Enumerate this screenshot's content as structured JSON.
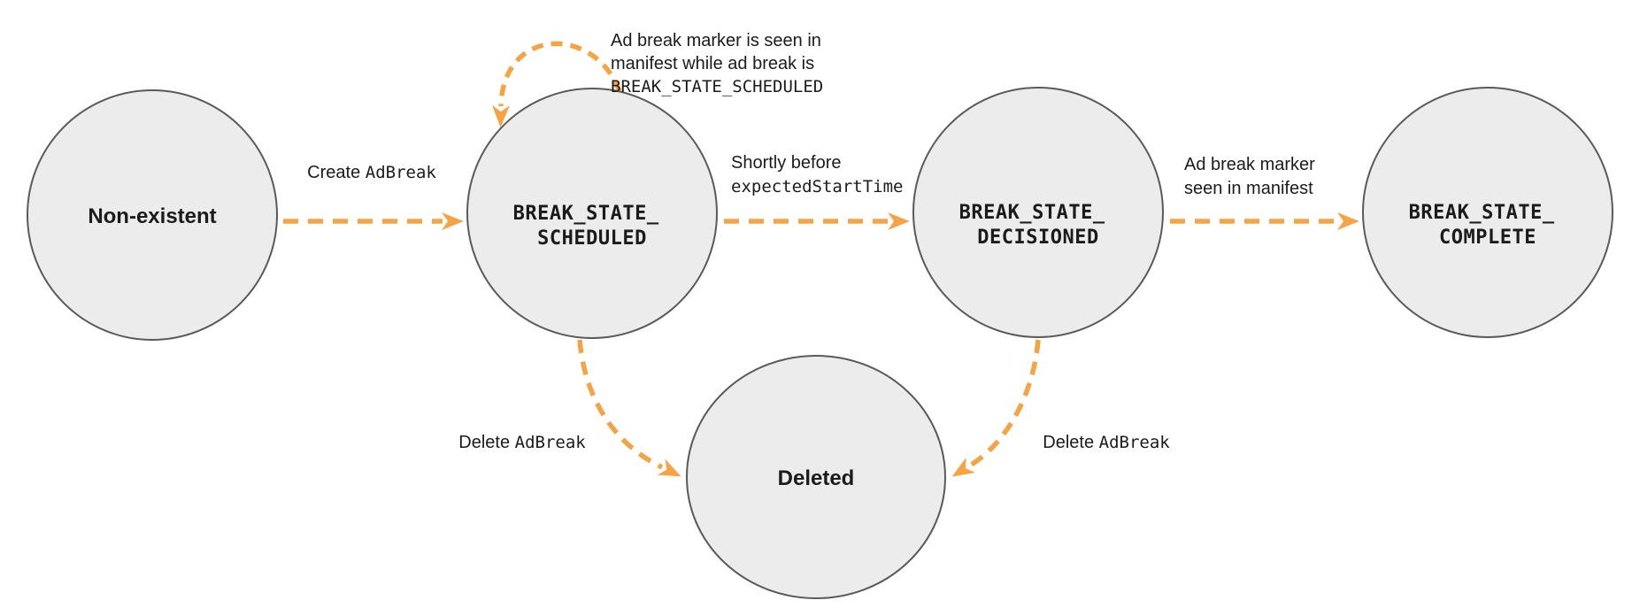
{
  "colors": {
    "accent": "#F6A443",
    "node_fill": "#ECECEC",
    "node_stroke": "#5A5A5A",
    "text": "#1B1B1B",
    "background": "#FFFFFF"
  },
  "nodes": [
    {
      "id": "non-existent",
      "label": "Non-existent"
    },
    {
      "id": "break-state-scheduled",
      "line1": "BREAK_STATE_",
      "line2": "SCHEDULED"
    },
    {
      "id": "break-state-decisioned",
      "line1": "BREAK_STATE_",
      "line2": "DECISIONED"
    },
    {
      "id": "break-state-complete",
      "line1": "BREAK_STATE_",
      "line2": "COMPLETE"
    },
    {
      "id": "deleted",
      "label": "Deleted"
    }
  ],
  "edges": {
    "create": {
      "plain": "Create ",
      "code": "AdBreak"
    },
    "self_loop": {
      "line1": "Ad break marker is seen in",
      "line2": "manifest while ad break is",
      "line3": "BREAK_STATE_SCHEDULED"
    },
    "decision": {
      "line1": "Shortly before",
      "line2": "expectedStartTime"
    },
    "complete": {
      "line1": "Ad break marker",
      "line2": "seen in manifest"
    },
    "delete_left": {
      "plain": "Delete ",
      "code": "AdBreak"
    },
    "delete_right": {
      "plain": "Delete ",
      "code": "AdBreak"
    }
  }
}
